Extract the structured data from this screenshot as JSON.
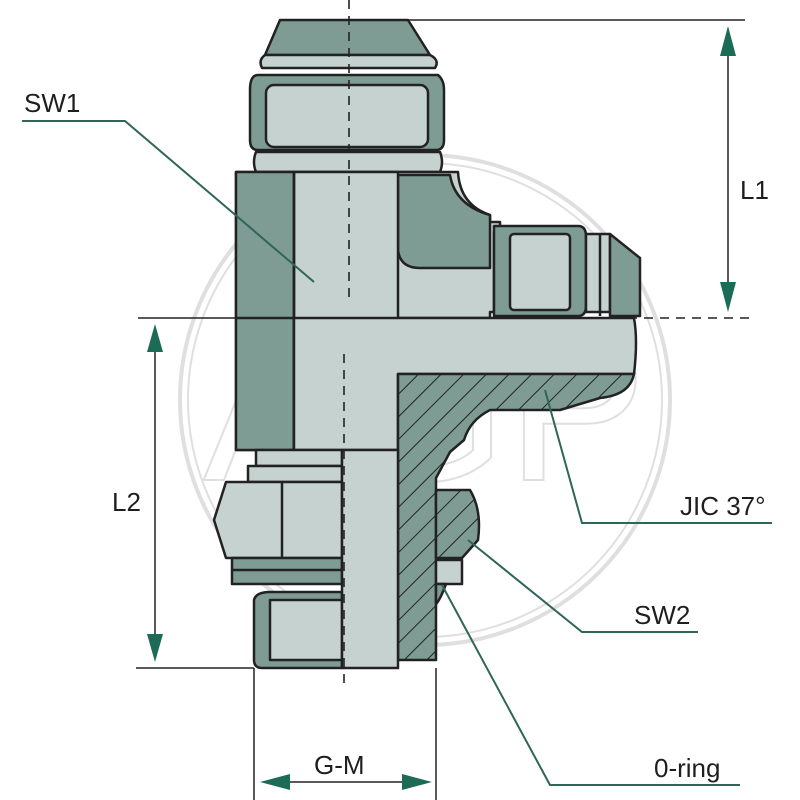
{
  "labels": {
    "sw1": "SW1",
    "l1": "L1",
    "l2": "L2",
    "jic": "JIC 37°",
    "sw2": "SW2",
    "gm": "G-M",
    "oring": "0-ring"
  },
  "watermark": "AGP",
  "colors": {
    "body": "#c6d2cf",
    "shade": "#7e9c93",
    "outline": "#222222",
    "dimension": "#1c6b57",
    "leader": "#2f6657",
    "watermark": "#d9d9d9"
  }
}
